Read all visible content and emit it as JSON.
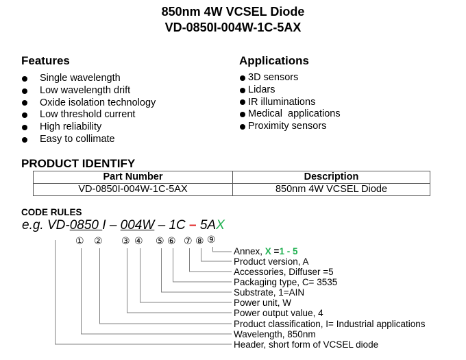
{
  "header": {
    "title_line1": "850nm 4W VCSEL Diode",
    "title_line2": "VD-0850I-004W-1C-5AX"
  },
  "features": {
    "heading": "Features",
    "items": [
      "Single wavelength",
      "Low wavelength drift",
      "Oxide isolation technology",
      "Low threshold current",
      "High reliability",
      "Easy to collimate"
    ]
  },
  "applications": {
    "heading": "Applications",
    "items": [
      "3D sensors",
      "Lidars",
      "IR illuminations",
      "Medical  applications",
      "Proximity sensors"
    ]
  },
  "product_identify": {
    "heading": "PRODUCT IDENTIFY",
    "columns": [
      "Part Number",
      "Description"
    ],
    "rows": [
      [
        "VD-0850I-004W-1C-5AX",
        "850nm 4W VCSEL Diode"
      ]
    ]
  },
  "code_rules": {
    "heading": "CODE RULES",
    "example": {
      "prefix": "e.g. VD-",
      "wavelength": "0850",
      "sp1": " ",
      "classification": "I",
      "dash1": " – ",
      "power": "004W",
      "dash2": " – ",
      "substrate_pkg": "1C",
      "dash3": " – ",
      "acc_ver": "5A",
      "annex": "X"
    },
    "markers": [
      "①",
      "②",
      "③",
      "④",
      "⑤",
      "⑥",
      "⑦",
      "⑧",
      "⑨"
    ],
    "labels": {
      "annex_prefix": "Annex, ",
      "annex_x": "X",
      "annex_eq": " =",
      "annex_range": "1 - 5",
      "product_version": "Product version, A",
      "accessories": "Accessories, Diffuser =5",
      "packaging": "Packaging type, C= 3535",
      "substrate": "Substrate, 1=AIN",
      "power_unit": "Power unit, W",
      "power_value": "Power output value, 4",
      "classification": "Product classification, I= Industrial applications",
      "wavelength": "Wavelength, 850nm",
      "header": "Header, short form of VCSEL diode"
    }
  },
  "colors": {
    "accent_green": "#1fb050",
    "accent_red": "#e02020",
    "connector_gray": "#808080"
  }
}
